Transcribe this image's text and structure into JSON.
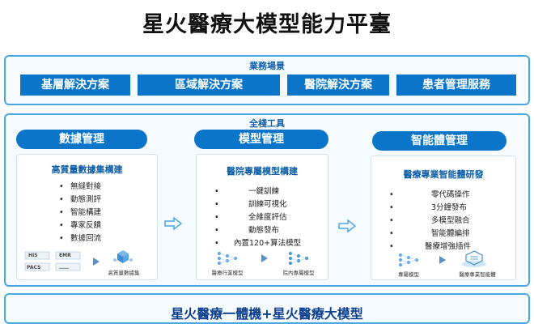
{
  "title": "星火醫療大模型能力平臺",
  "scenarios": {
    "label": "業務場景",
    "items": [
      "基層解決方案",
      "區域解決方案",
      "醫院解決方案",
      "患者管理服務"
    ]
  },
  "tools": {
    "label": "全棧工具",
    "columns": [
      {
        "header": "數據管理",
        "card_title": "高質量數據集構建",
        "bullets": [
          "無縫對接",
          "動態測評",
          "智能構建",
          "專家反饋",
          "數據回流"
        ],
        "sources": [
          "HIS",
          "EMR",
          "PACS",
          "……"
        ],
        "output_label": "高質量數據集"
      },
      {
        "header": "模型管理",
        "card_title": "醫院專屬模型構建",
        "bullets": [
          "一鍵訓練",
          "訓練可視化",
          "全維度評估",
          "動態發布",
          "內置120+算法模型"
        ],
        "input_label": "醫療行業模型",
        "output_label": "院內專屬模型"
      },
      {
        "header": "智能體管理",
        "card_title": "醫療專業智能體研發",
        "bullets": [
          "零代碼操作",
          "3分鐘發布",
          "多模型融合",
          "智能體編排",
          "醫療增強插件"
        ],
        "input_label": "專屬模型",
        "output_label": "醫療專業智能體"
      }
    ]
  },
  "bottom": "星火醫療一體機+星火醫療大模型",
  "colors": {
    "accent": "#0a75c9",
    "border": "#4aa8e0",
    "title_text": "#0d5ea8"
  }
}
